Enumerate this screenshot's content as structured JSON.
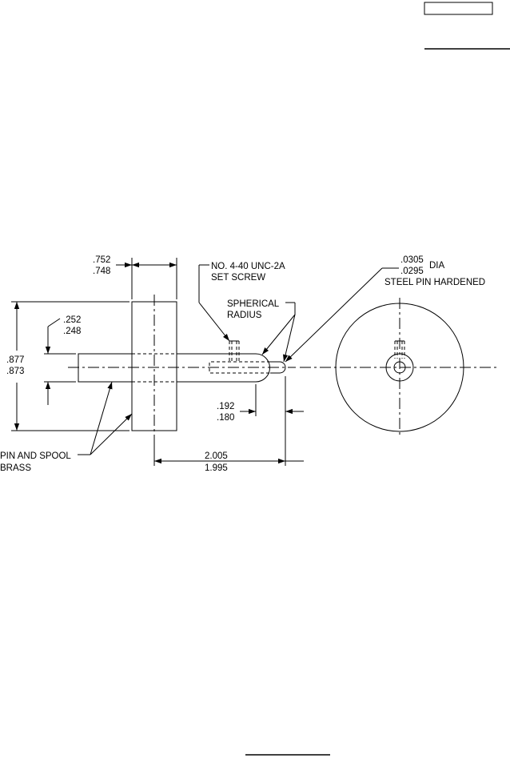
{
  "drawing": {
    "dims": {
      "thickness_max": ".752",
      "thickness_min": ".748",
      "pin_dia_max": ".252",
      "pin_dia_min": ".248",
      "spool_dia_max": ".877",
      "spool_dia_min": ".873",
      "tip_len_max": ".192",
      "tip_len_min": ".180",
      "overall_max": "2.005",
      "overall_min": "1.995",
      "steel_pin_dia_max": ".0305",
      "steel_pin_dia_min": ".0295",
      "dia_suffix": "DIA"
    },
    "notes": {
      "set_screw_line1": "NO. 4-40 UNC-2A",
      "set_screw_line2": "SET SCREW",
      "spherical_line1": "SPHERICAL",
      "spherical_line2": "RADIUS",
      "steel_pin": "STEEL PIN HARDENED",
      "material_line1": "PIN AND SPOOL",
      "material_line2": "BRASS"
    }
  }
}
